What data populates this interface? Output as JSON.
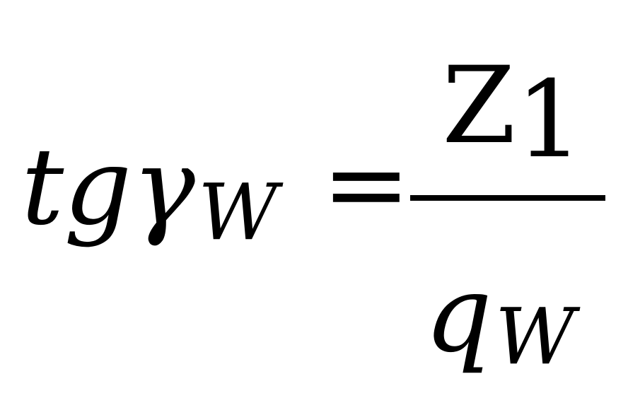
{
  "formula": {
    "lhs_base": "tgγ",
    "lhs_subscript": "W",
    "equals": "=",
    "numerator_base": "Z",
    "numerator_subscript": "1",
    "denominator_base": "q",
    "denominator_subscript": "W"
  }
}
